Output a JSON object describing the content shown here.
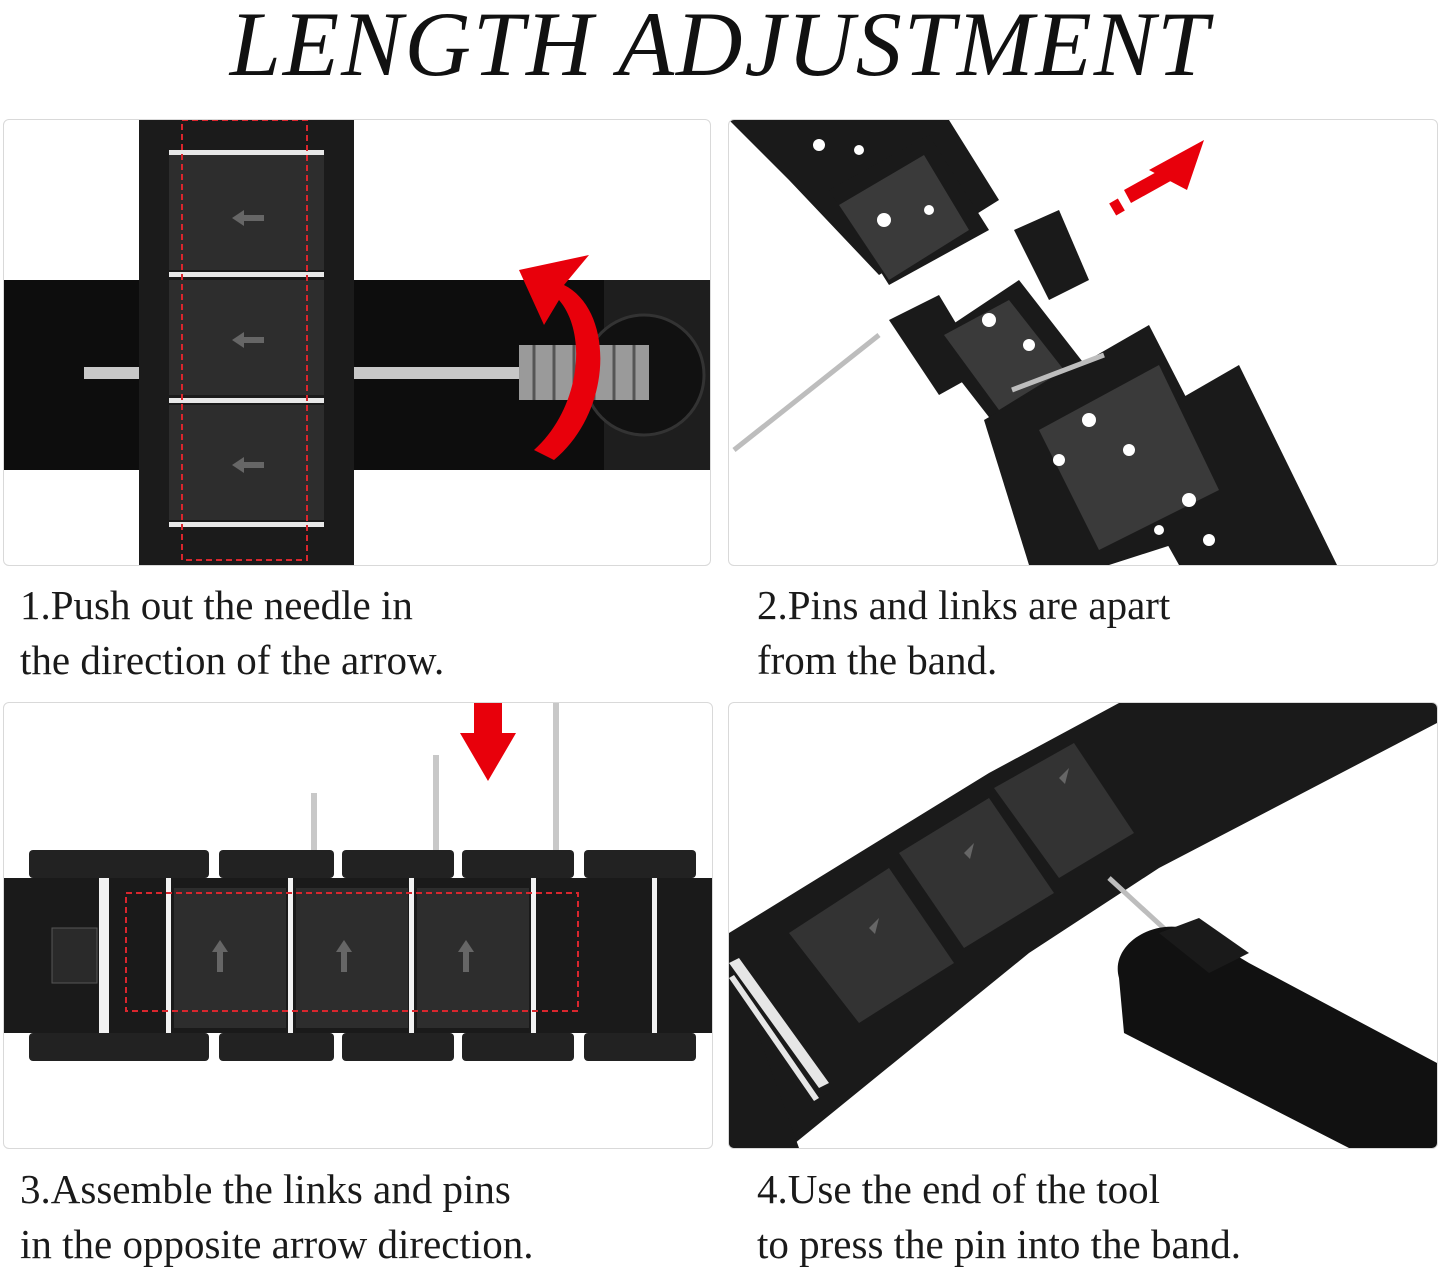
{
  "header": {
    "title": "LENGTH ADJUSTMENT"
  },
  "steps": [
    {
      "line1": "1.Push out the needle in",
      "line2": "the direction of the arrow."
    },
    {
      "line1": "2.Pins and links are apart",
      "line2": "from the band."
    },
    {
      "line1": "3.Assemble the links and pins",
      "line2": "in the opposite arrow direction."
    },
    {
      "line1": "4.Use the end of the tool",
      "line2": "to press the pin into the band."
    }
  ],
  "colors": {
    "band": "#1c1c1c",
    "link_face": "#2b2b2b",
    "arrow": "#e8000b",
    "pin": "#c8c8c8",
    "dashed_guide": "#d9262d"
  }
}
